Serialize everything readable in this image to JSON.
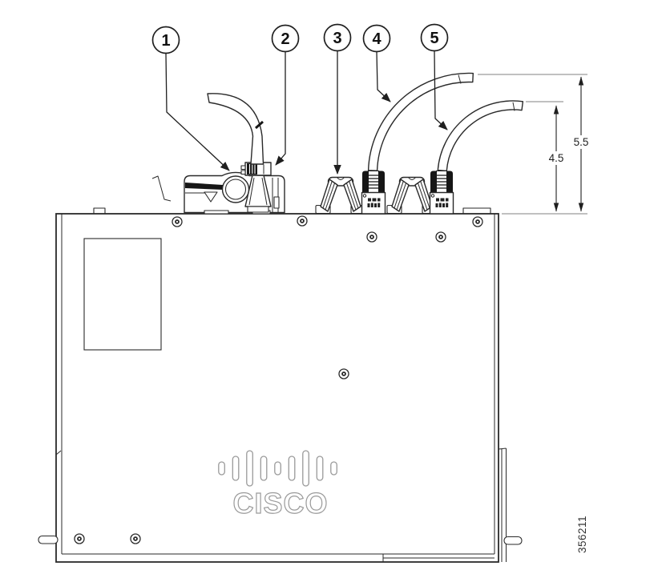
{
  "figure_number": "356211",
  "callouts": [
    {
      "label": "1"
    },
    {
      "label": "2"
    },
    {
      "label": "3"
    },
    {
      "label": "4"
    },
    {
      "label": "5"
    }
  ],
  "dimensions": {
    "upper": "5.5",
    "lower": "4.5"
  },
  "logo": {
    "text": "CISCO"
  },
  "colors": {
    "line": "#2a2a2a",
    "light_line": "#9a9a9a",
    "dim_line": "#1f1f1f",
    "background": "#ffffff"
  }
}
